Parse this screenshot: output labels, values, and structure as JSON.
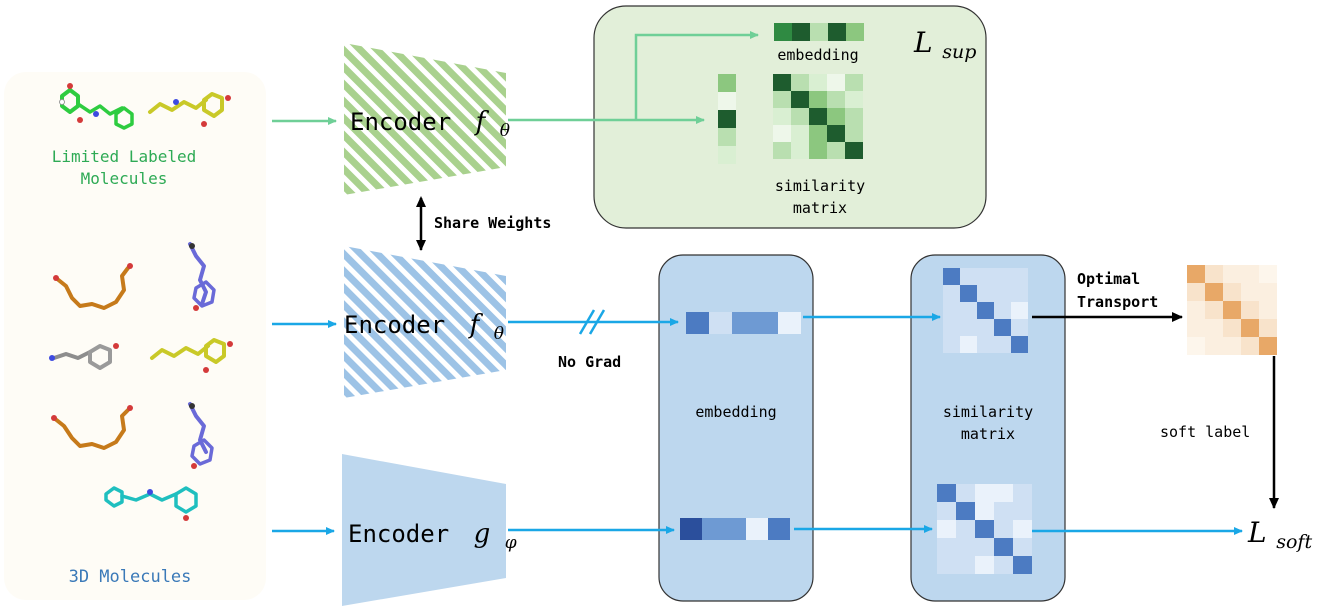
{
  "colors": {
    "green_arrow": "#6fcf97",
    "blue_arrow": "#1aa7e6",
    "green_panel": "#e2efd9",
    "blue_panel": "#bdd7ee",
    "source_panel": "#fefcf6",
    "label_green": "#2eaa55",
    "label_blue": "#3a79b8"
  },
  "molecules": {
    "labeled_label_line1": "Limited Labeled",
    "labeled_label_line2": "Molecules",
    "unlabeled_label": "3D Molecules"
  },
  "encoders": {
    "labeled": {
      "text": "Encoder",
      "symbol": "f",
      "subscript": "θ"
    },
    "teacher": {
      "text": "Encoder",
      "symbol": "f",
      "subscript": "θ"
    },
    "student": {
      "text": "Encoder",
      "symbol": "g",
      "subscript": "φ"
    }
  },
  "labels": {
    "share_weights": "Share Weights",
    "no_grad": "No Grad",
    "optimal_transport_line1": "Optimal",
    "optimal_transport_line2": "Transport",
    "soft_label": "soft label",
    "embedding_top": "embedding",
    "similarity_top_line1": "similarity",
    "similarity_top_line2": "matrix",
    "embedding_mid": "embedding",
    "similarity_mid_line1": "similarity",
    "similarity_mid_line2": "matrix"
  },
  "losses": {
    "sup": {
      "symbol": "L",
      "subscript": "sup"
    },
    "soft": {
      "symbol": "L",
      "subscript": "soft"
    }
  }
}
